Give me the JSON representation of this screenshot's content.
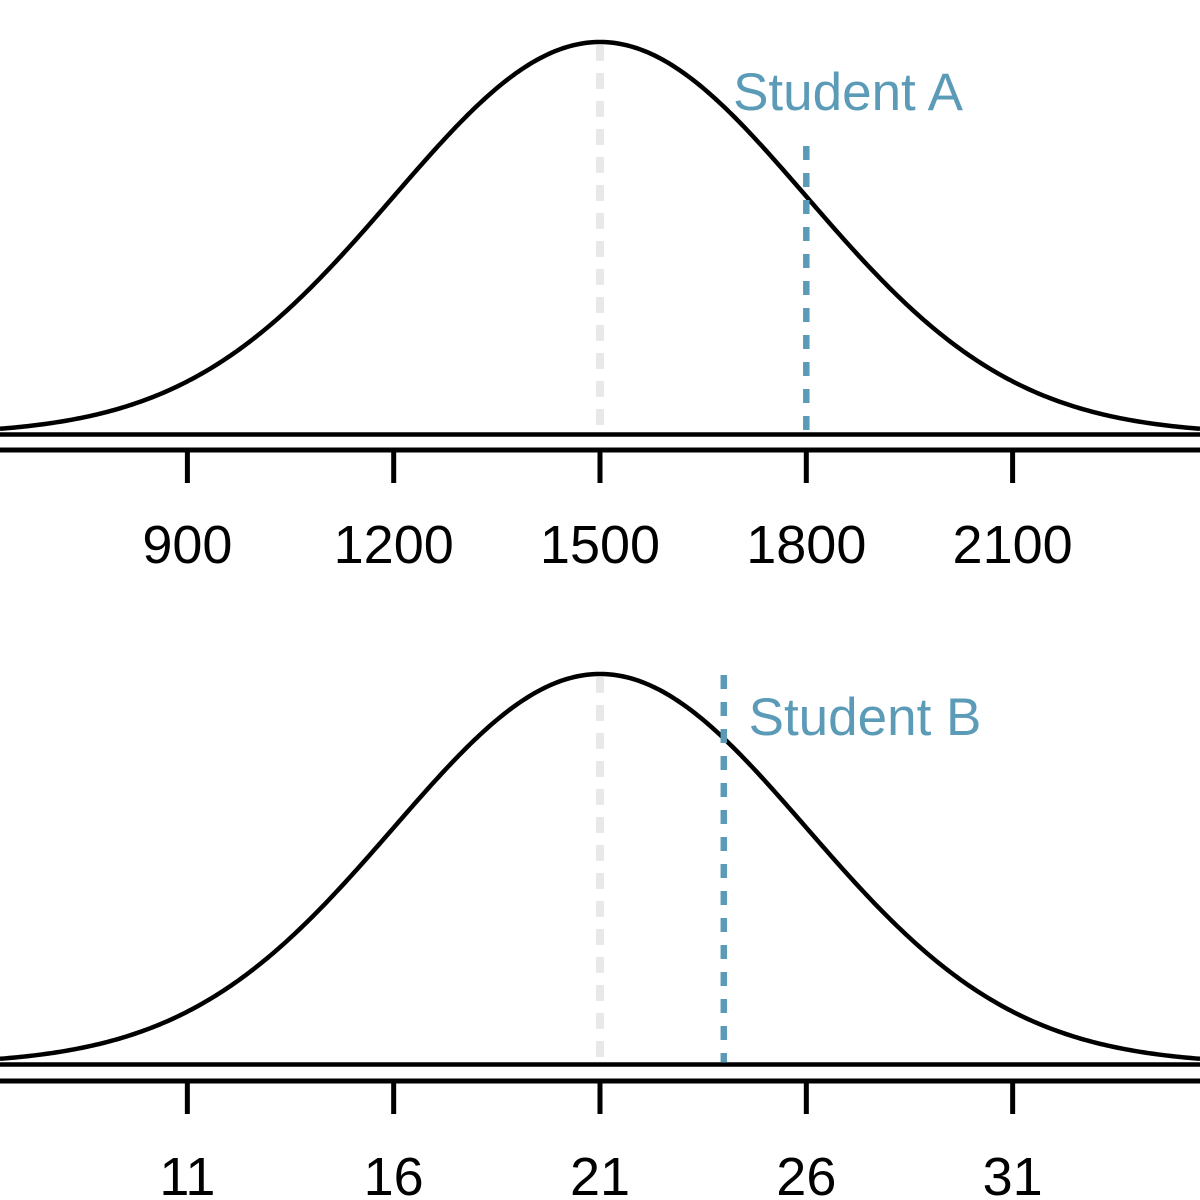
{
  "figure": {
    "background": "#ffffff",
    "curve_color": "#000000",
    "accent_color": "#5b9bb8",
    "mean_guide_color": "#e8e8e8",
    "tick_label_color": "#000000"
  },
  "chart_data": [
    {
      "type": "line",
      "curve": "normal-distribution",
      "name": "sat-distribution",
      "mean": 1500,
      "sd": 300,
      "x_range": [
        627.5,
        2372.5
      ],
      "x_ticks": [
        900,
        1200,
        1500,
        1800,
        2100
      ],
      "tick_labels": [
        "900",
        "1200",
        "1500",
        "1800",
        "2100"
      ],
      "mean_guide_value": 1500,
      "grid": false,
      "xlabel": "",
      "ylabel": "",
      "annotations": [
        {
          "label": "Student A",
          "value": 1800,
          "style": "dashed-vertical-line"
        }
      ]
    },
    {
      "type": "line",
      "curve": "normal-distribution",
      "name": "act-distribution",
      "mean": 21,
      "sd": 5,
      "x_range": [
        6.46,
        35.54
      ],
      "x_ticks": [
        11,
        16,
        21,
        26,
        31
      ],
      "tick_labels": [
        "11",
        "16",
        "21",
        "26",
        "31"
      ],
      "mean_guide_value": 21,
      "grid": false,
      "xlabel": "",
      "ylabel": "",
      "annotations": [
        {
          "label": "Student B",
          "value": 24,
          "style": "dashed-vertical-line"
        }
      ]
    }
  ]
}
